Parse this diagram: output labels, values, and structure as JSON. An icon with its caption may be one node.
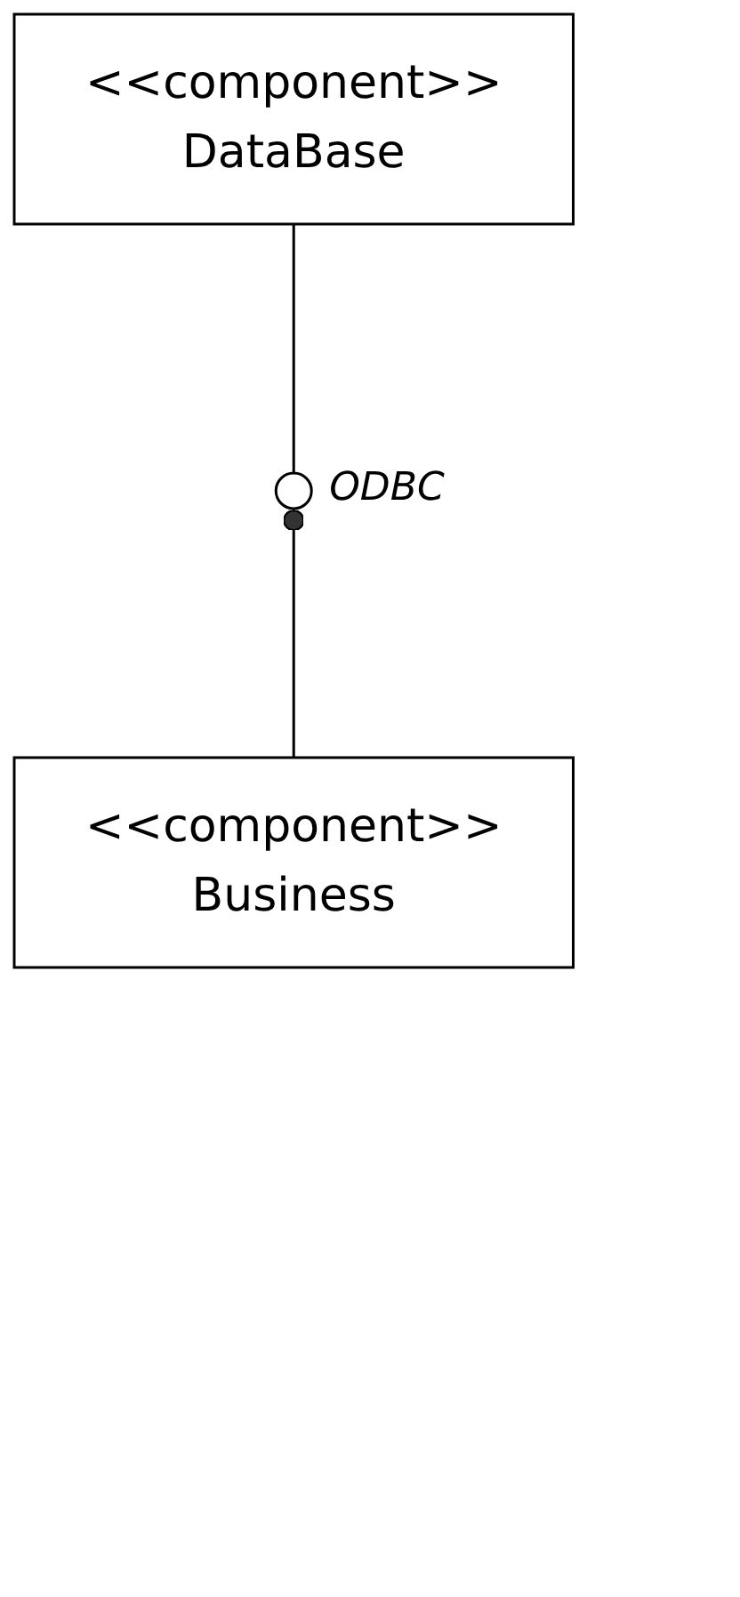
{
  "diagram": {
    "nodes": [
      {
        "text": [
          "<<component>>",
          "DataBase"
        ]
      },
      {
        "text": [
          "<<component>>",
          "Business"
        ]
      },
      {
        "text": [],
        "shape": "circle",
        "beside": [
          "ODBC"
        ]
      }
    ],
    "edges": [
      {
        "from": 2,
        "to": 0,
        "arrow": "none"
      },
      {
        "from": 1,
        "to": 2,
        "arrow": "other"
      }
    ]
  }
}
